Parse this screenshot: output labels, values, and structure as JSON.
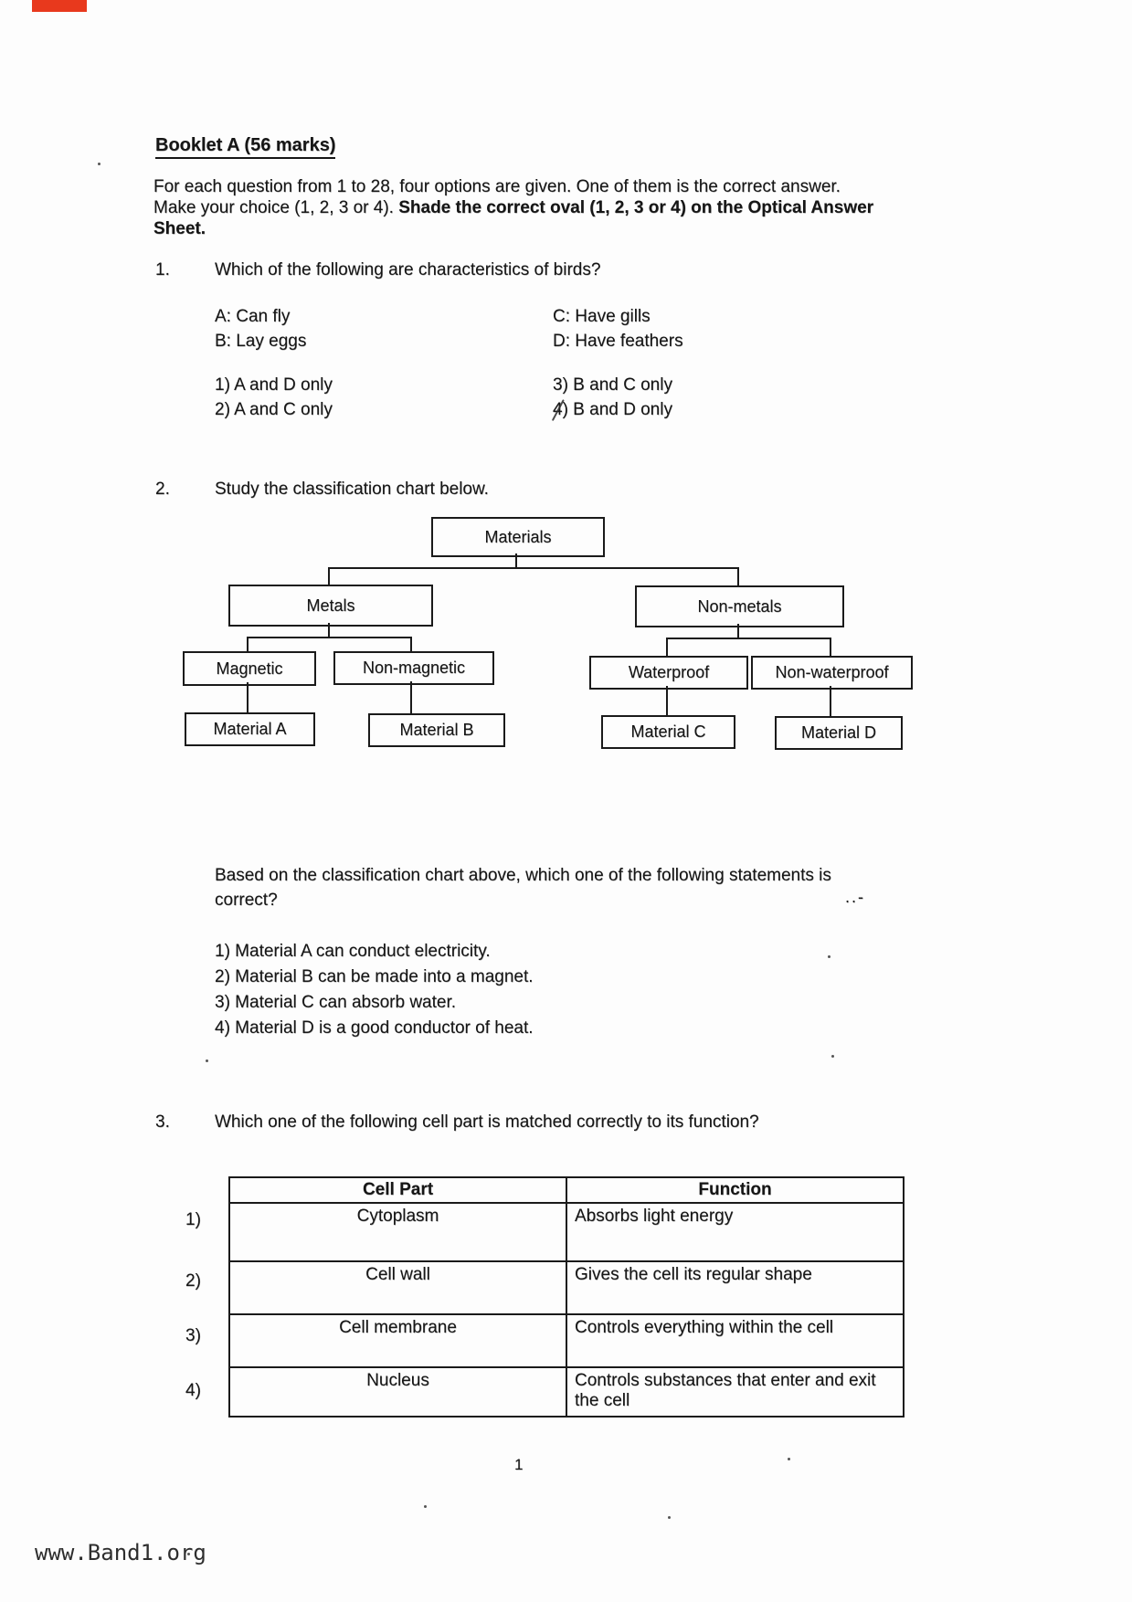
{
  "colors": {
    "red_mark": "#e8391d",
    "ink": "#161616"
  },
  "header": {
    "title": "Booklet A (56 marks)",
    "instructions_normal": "For each question from 1 to 28, four options are given. One of them is the correct answer. Make your choice (1, 2, 3 or 4). ",
    "instructions_bold": "Shade the correct oval (1, 2, 3 or 4) on the Optical Answer Sheet."
  },
  "questions": {
    "q1": {
      "number": "1.",
      "text": "Which of the following are characteristics of birds?",
      "items_left": [
        "A: Can fly",
        "B: Lay eggs"
      ],
      "items_right": [
        "C: Have gills",
        "D: Have feathers"
      ],
      "options_left": [
        "1) A and D only",
        "2) A and C only"
      ],
      "options_right": [
        "3) B and C only",
        "4) B and D only"
      ],
      "marked_option": "4)"
    },
    "q2": {
      "number": "2.",
      "text": "Study the classification chart below.",
      "chart": {
        "root": "Materials",
        "metals": "Metals",
        "nonmetals": "Non-metals",
        "magnetic": "Magnetic",
        "nonmagnetic": "Non-magnetic",
        "waterproof": "Waterproof",
        "nonwaterproof": "Non-waterproof",
        "materialA": "Material A",
        "materialB": "Material B",
        "materialC": "Material C",
        "materialD": "Material D"
      },
      "followup_line1": "Based on the classification chart above, which one of the following statements is",
      "followup_line2": "correct?",
      "options": [
        "1) Material A can conduct electricity.",
        "2) Material B can be made into a magnet.",
        "3) Material C can absorb water.",
        "4) Material D is a good conductor of heat."
      ]
    },
    "q3": {
      "number": "3.",
      "text": "Which one of the following cell part is matched correctly to its function?",
      "table": {
        "headers": [
          "Cell Part",
          "Function"
        ],
        "row_numbers": [
          "1)",
          "2)",
          "3)",
          "4)"
        ],
        "rows": [
          [
            "Cytoplasm",
            "Absorbs light energy"
          ],
          [
            "Cell wall",
            "Gives the cell its regular shape"
          ],
          [
            "Cell membrane",
            "Controls everything within the cell"
          ],
          [
            "Nucleus",
            "Controls substances that enter and exit the cell"
          ]
        ]
      }
    }
  },
  "footer": {
    "page_number": "1",
    "watermark": "www.Band1.org"
  }
}
